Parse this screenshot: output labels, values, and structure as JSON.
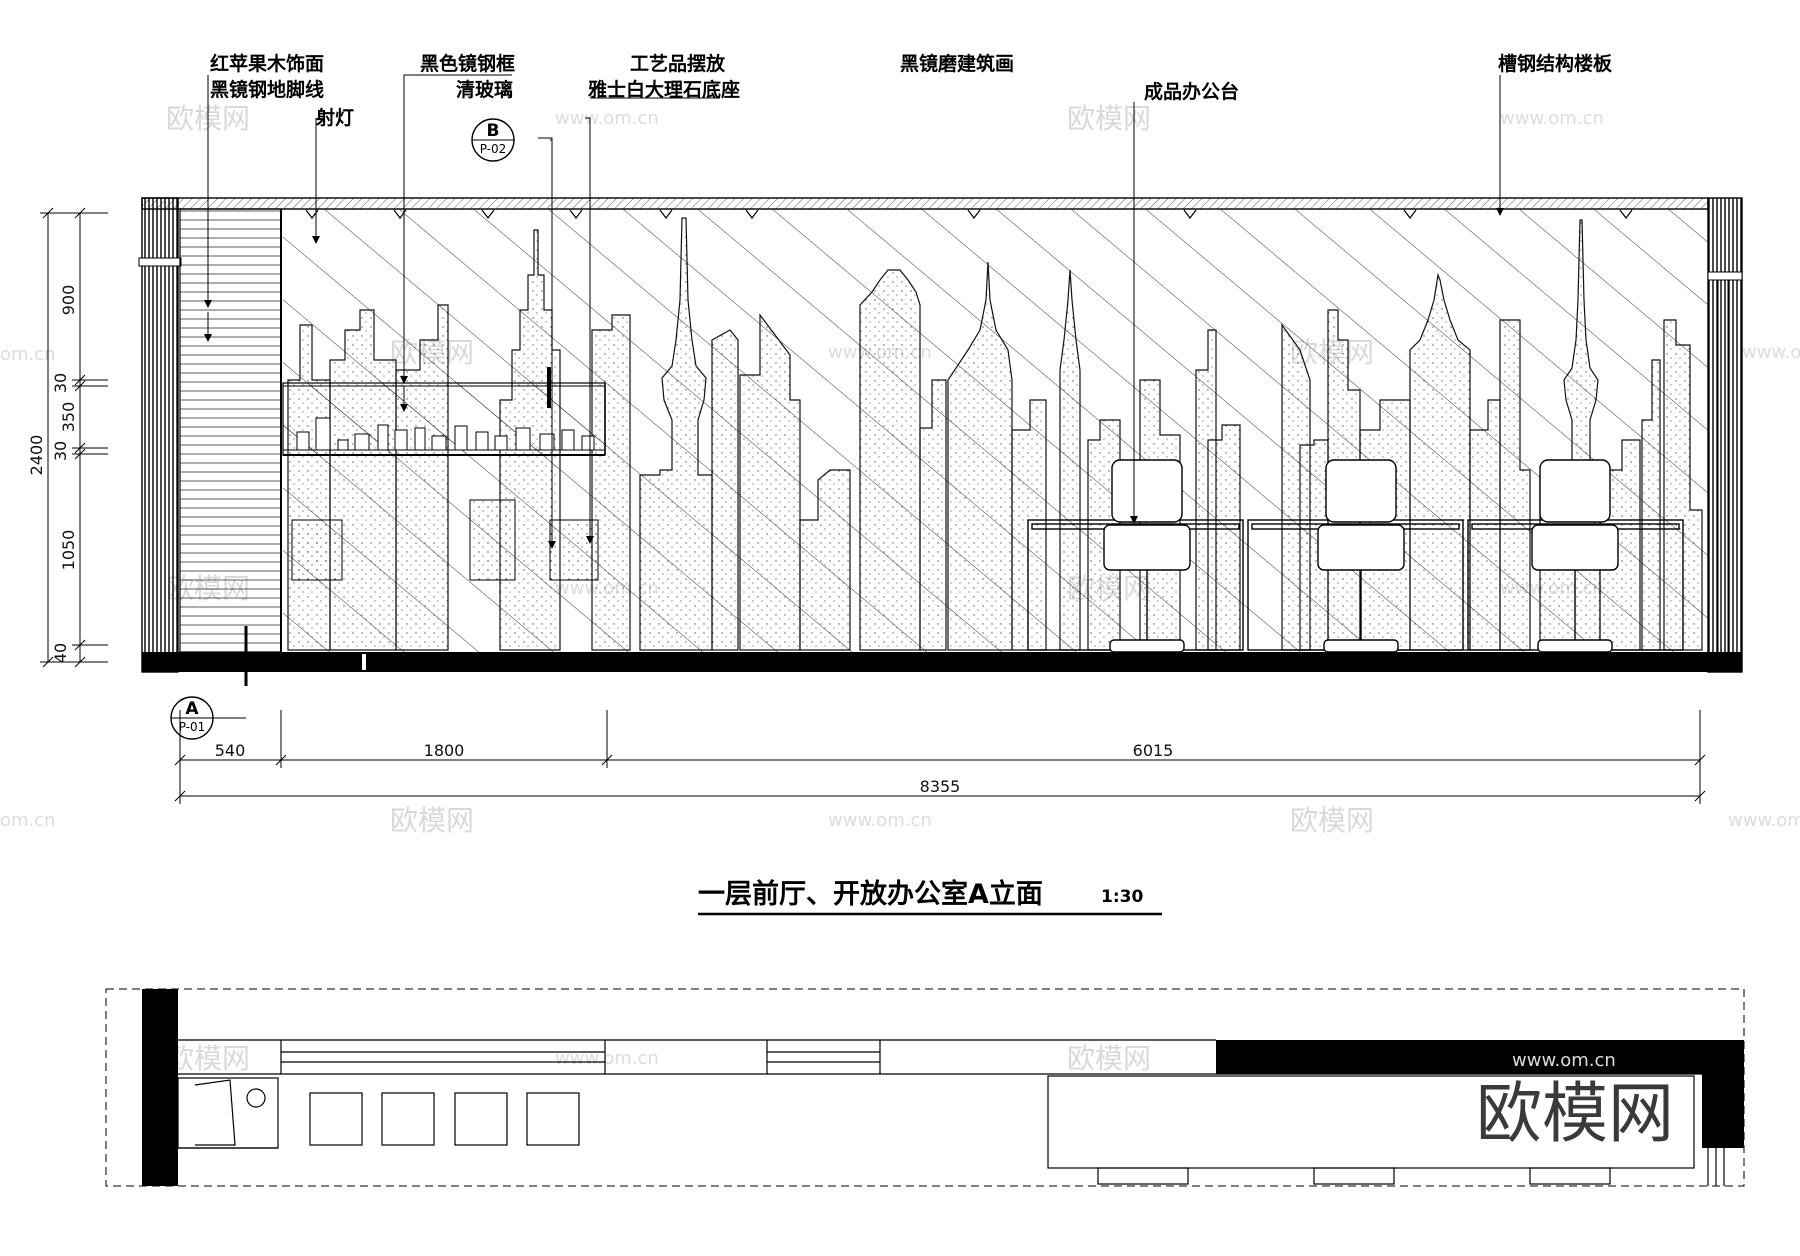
{
  "annotations": [
    "红苹果木饰面",
    "黑镜钢地脚线",
    "射灯",
    "黑色镜钢框",
    "清玻璃",
    "工艺品摆放",
    "雅士白大理石底座",
    "黑镜磨建筑画",
    "成品办公台",
    "槽钢结构楼板"
  ],
  "section_tags": {
    "a": {
      "letter": "A",
      "sheet": "P-01"
    },
    "b": {
      "letter": "B",
      "sheet": "P-02"
    }
  },
  "dimensions": {
    "vertical": [
      "900",
      "30",
      "350",
      "30",
      "1050",
      "40"
    ],
    "vertical_total": "2400",
    "horizontal": [
      "540",
      "1800",
      "6015"
    ],
    "horizontal_total": "8355"
  },
  "title": {
    "text": "一层前厅、开放办公室A立面",
    "scale": "1:30"
  },
  "watermark": {
    "brand": "欧模网",
    "url": "www.om.cn",
    "url_partial": "om.cn"
  },
  "colors": {
    "line": "#000000",
    "watermark": "#d9d9d9",
    "background": "#ffffff"
  }
}
